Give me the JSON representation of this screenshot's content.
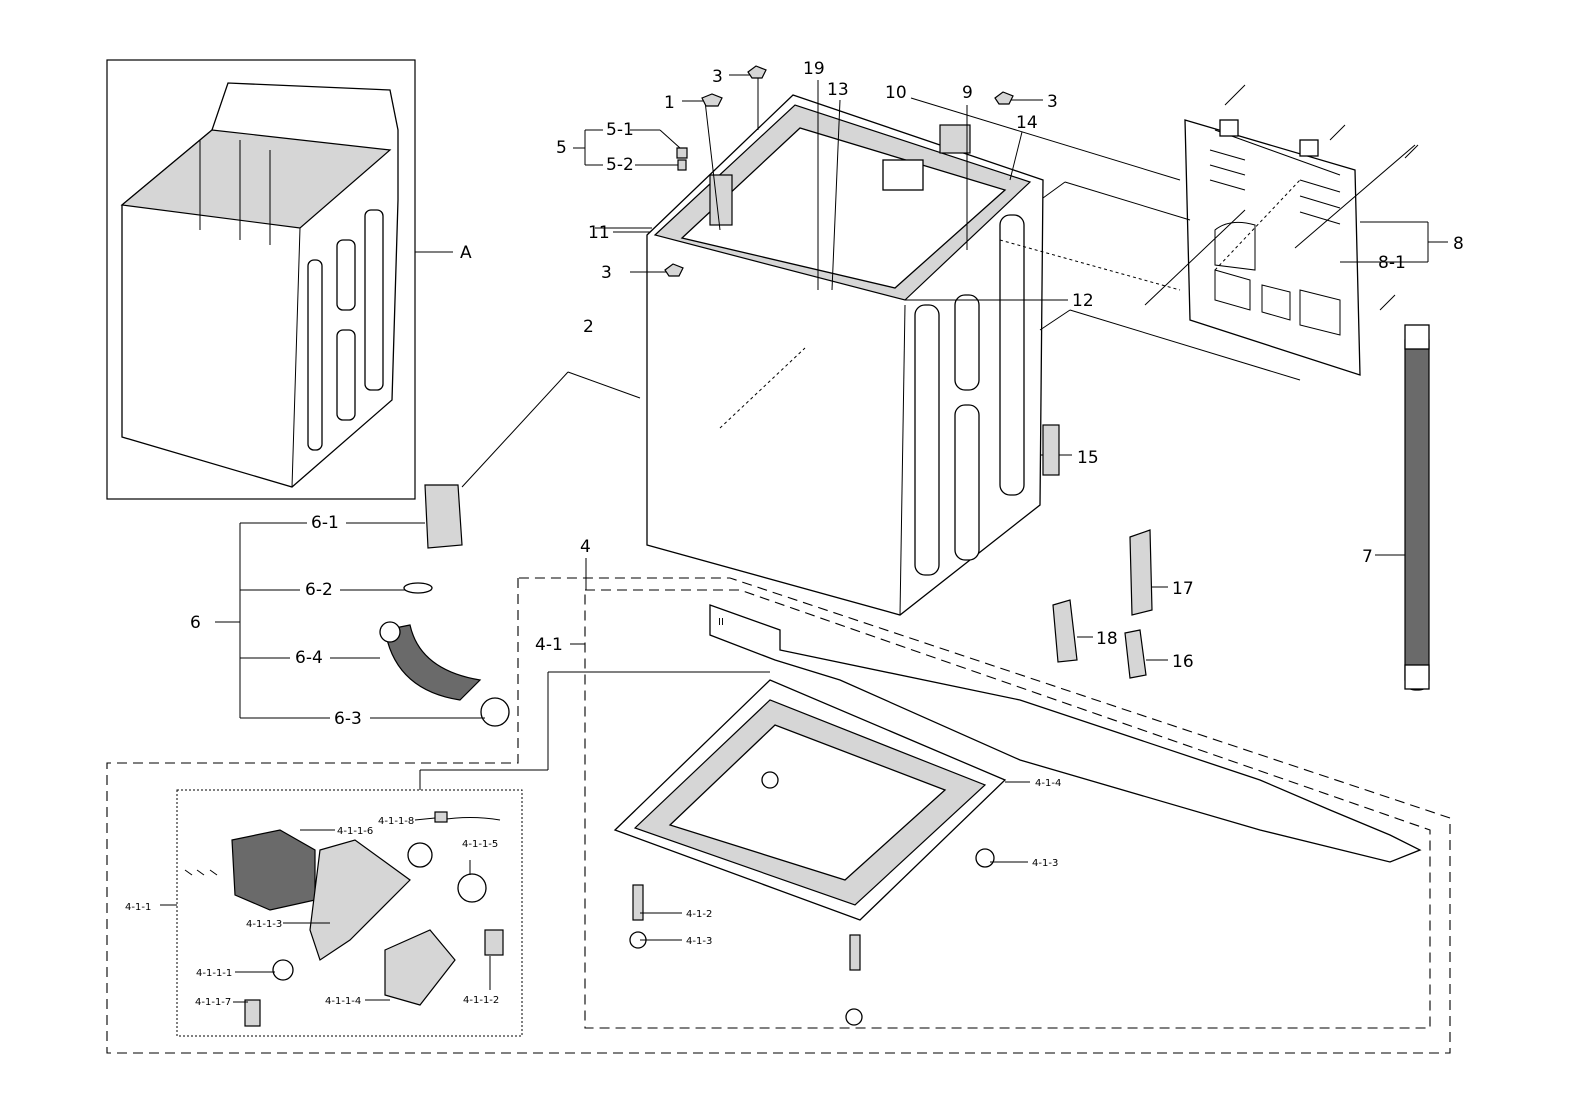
{
  "labels": {
    "l_A": "A",
    "l_1": "1",
    "l_2": "2",
    "l_3a": "3",
    "l_3b": "3",
    "l_3c": "3",
    "l_4": "4",
    "l_4_1": "4-1",
    "l_4_1_1": "4-1-1",
    "l_4_1_1_1": "4-1-1-1",
    "l_4_1_1_2": "4-1-1-2",
    "l_4_1_1_3": "4-1-1-3",
    "l_4_1_1_4": "4-1-1-4",
    "l_4_1_1_5": "4-1-1-5",
    "l_4_1_1_6": "4-1-1-6",
    "l_4_1_1_7": "4-1-1-7",
    "l_4_1_1_8": "4-1-1-8",
    "l_4_1_2": "4-1-2",
    "l_4_1_3a": "4-1-3",
    "l_4_1_3b": "4-1-3",
    "l_4_1_4": "4-1-4",
    "l_5": "5",
    "l_5_1": "5-1",
    "l_5_2": "5-2",
    "l_6": "6",
    "l_6_1": "6-1",
    "l_6_2": "6-2",
    "l_6_3": "6-3",
    "l_6_4": "6-4",
    "l_7": "7",
    "l_8": "8",
    "l_8_1": "8-1",
    "l_9": "9",
    "l_10": "10",
    "l_11": "11",
    "l_12": "12",
    "l_13": "13",
    "l_14": "14",
    "l_15": "15",
    "l_16": "16",
    "l_17": "17",
    "l_18": "18",
    "l_19": "19",
    "panel_mark": "II"
  },
  "colors": {
    "line": "#000000",
    "part_fill": "#ffffff",
    "shade": "#d6d6d6",
    "dark": "#6a6a6a"
  }
}
